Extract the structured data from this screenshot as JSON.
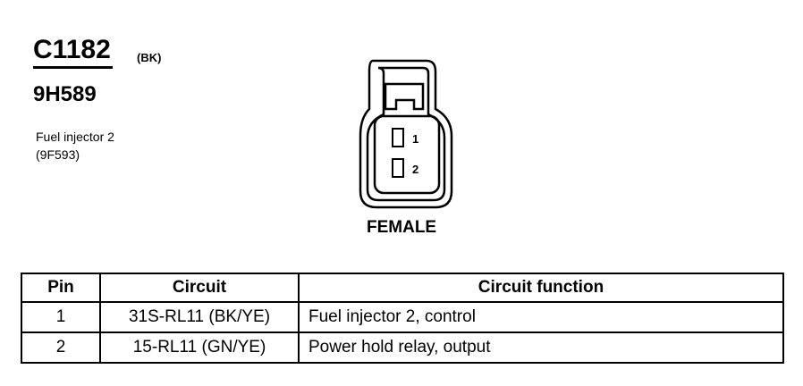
{
  "connector": {
    "id": "C1182",
    "color": "(BK)",
    "part_number": "9H589",
    "component_name": "Fuel injector 2",
    "component_number": "(9F593)",
    "gender": "FEMALE",
    "pin_labels": [
      "1",
      "2"
    ]
  },
  "table": {
    "headers": [
      "Pin",
      "Circuit",
      "Circuit function"
    ],
    "rows": [
      {
        "pin": "1",
        "circuit": "31S-RL11 (BK/YE)",
        "function": "Fuel injector 2, control"
      },
      {
        "pin": "2",
        "circuit": "15-RL11 (GN/YE)",
        "function": "Power hold relay, output"
      }
    ]
  }
}
